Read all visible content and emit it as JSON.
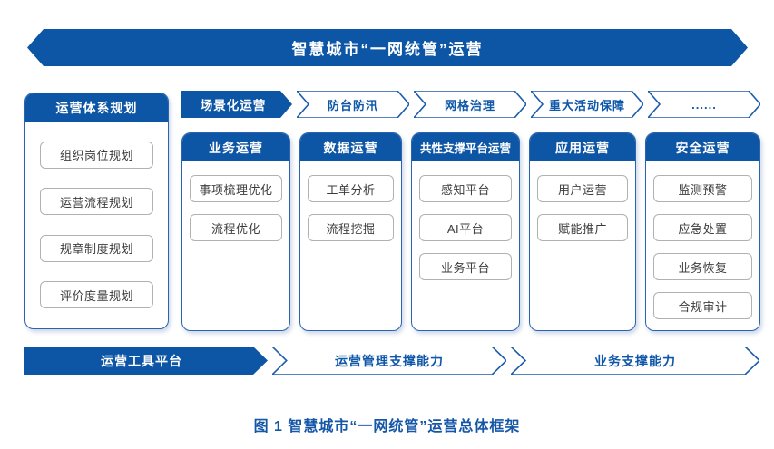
{
  "banner": {
    "title": "智慧城市“一网统管”运营"
  },
  "planning": {
    "title": "运营体系规划",
    "items": [
      "组织岗位规划",
      "运营流程规划",
      "规章制度规划",
      "评价度量规划"
    ]
  },
  "scenarios": {
    "lead": "场景化运营",
    "items": [
      "防台防汛",
      "网格治理",
      "重大活动保障",
      "......"
    ]
  },
  "columns": [
    {
      "title": "业务运营",
      "items": [
        "事项梳理优化",
        "流程优化"
      ]
    },
    {
      "title": "数据运营",
      "items": [
        "工单分析",
        "流程挖掘"
      ]
    },
    {
      "title": "共性支撑平台运营",
      "items": [
        "感知平台",
        "AI平台",
        "业务平台"
      ]
    },
    {
      "title": "应用运营",
      "items": [
        "用户运营",
        "赋能推广"
      ]
    },
    {
      "title": "安全运营",
      "items": [
        "监测预警",
        "应急处置",
        "业务恢复",
        "合规审计"
      ]
    }
  ],
  "bottom": {
    "lead": "运营工具平台",
    "items": [
      "运营管理支撑能力",
      "业务支撑能力"
    ]
  },
  "caption": {
    "text": "图 1 智慧城市“一网统管”运营总体框架"
  },
  "colors": {
    "primary_blue": "#0d56a6",
    "outline_blue": "#1c5cac",
    "label_blue": "#0f57a8",
    "caption_blue": "#1556a7",
    "pill_border_gray": "#b0b0b5",
    "pill_text": "#3d3d3d"
  }
}
